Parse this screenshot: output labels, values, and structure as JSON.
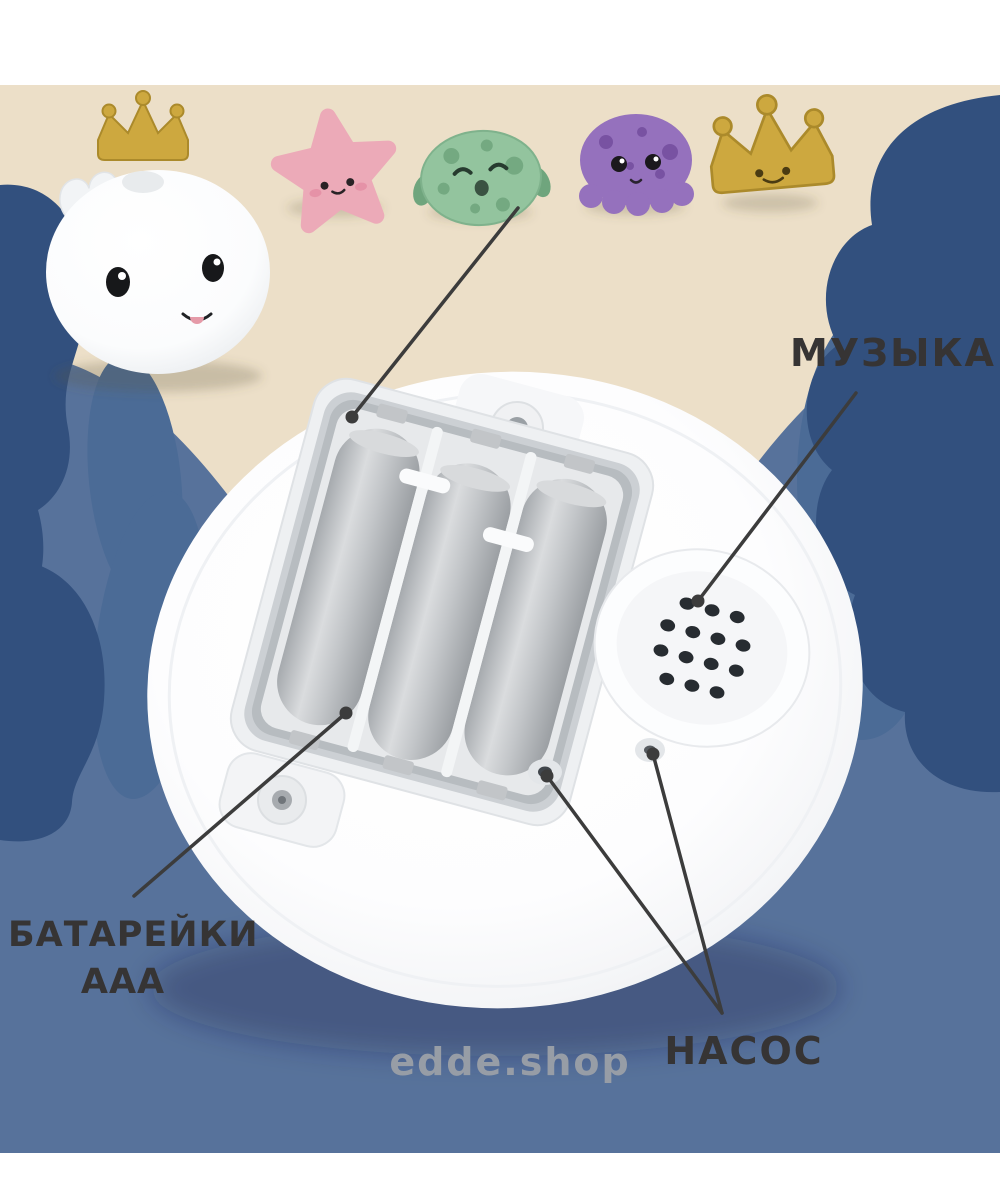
{
  "labels": {
    "music": "МУЗЫКА",
    "batteries_line1": "БАТАРЕЙКИ",
    "batteries_line2": "AAA",
    "pump": "НАСОС",
    "watermark": "edde.shop"
  },
  "icons": {
    "whale": "whale-with-crown-toy-icon",
    "starfish": "pink-starfish-toy-icon",
    "pufferfish": "green-pufferfish-toy-icon",
    "octopus": "purple-octopus-toy-icon",
    "crown": "gold-crown-toy-icon",
    "speaker": "speaker-grille-icon",
    "battery": "aaa-battery-icon"
  },
  "colors": {
    "beige": "#ecdfc8",
    "sea": "#57729b",
    "navy": "#32507e",
    "navy_light": "#4b6b96",
    "gold": "#cda83f",
    "gold_dark": "#ab8a2b",
    "pink": "#ecaab8",
    "green": "#93c49e",
    "green_dark": "#6fa57d",
    "purple": "#9571bd",
    "purple_dark": "#754fa0",
    "battery_gray": "#c3c6c9",
    "line": "#3c3c3c",
    "label": "#363434",
    "watermark": "#979da6"
  }
}
